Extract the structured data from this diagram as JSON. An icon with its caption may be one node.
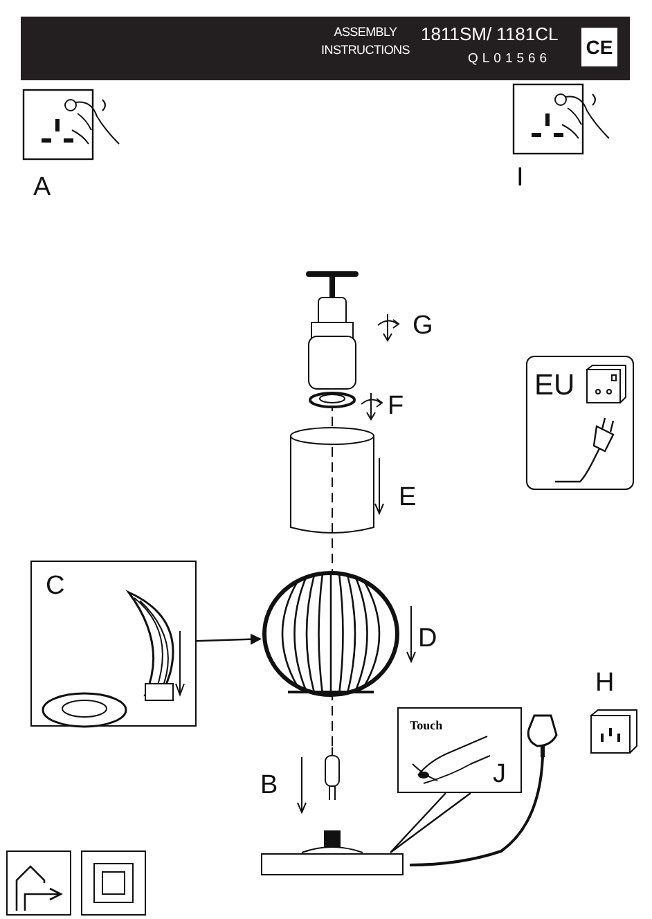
{
  "diagram": {
    "title": "ASSEMBLY INSTRUCTIONS",
    "nodes": [
      {
        "text": [
          "C"
        ]
      },
      {
        "text": [],
        "shape": "picture"
      },
      {
        "text": [
          "Touch",
          "J"
        ]
      },
      {
        "text": [],
        "shape": "bar"
      },
      {
        "text": [
          "EU"
        ]
      }
    ],
    "edges": [
      {
        "from": 0,
        "to": 1,
        "arrow": "to"
      },
      {
        "from": 2,
        "to": 3,
        "arrow": "none"
      }
    ],
    "labels": [
      "1811SM/ 1181CL",
      "QL01566",
      "CE",
      "A",
      "I",
      "G",
      "F",
      "E",
      "D",
      "B",
      "H"
    ]
  }
}
